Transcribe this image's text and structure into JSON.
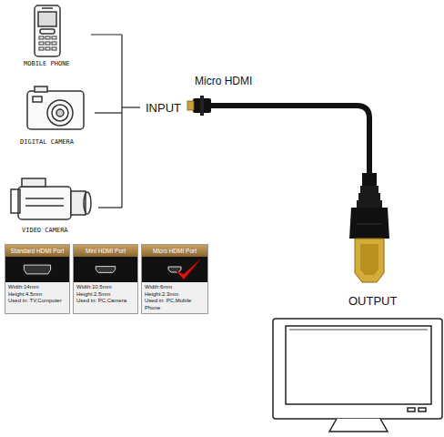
{
  "diagram": {
    "nodes": [
      {
        "text": [
          "Standard HDMI Port",
          "Width:14mm Height:4.5mm",
          "Used in: TV,Computer"
        ]
      },
      {
        "text": [
          "Mini HDMI Port",
          "Width:10.5mm Height:2.5mm",
          "Used in: PC,Camera"
        ]
      },
      {
        "text": [
          "Micro HDMI Port",
          "Width:6mm Height:2.3mm",
          "Used in: PC,Mobile Phone"
        ]
      }
    ],
    "labels": [
      "MOBILE PHONE",
      "DIGITAL CAMERA",
      "VIDEO CAMERA",
      "INPUT",
      "Micro HDMI",
      "OUTPUT"
    ]
  }
}
